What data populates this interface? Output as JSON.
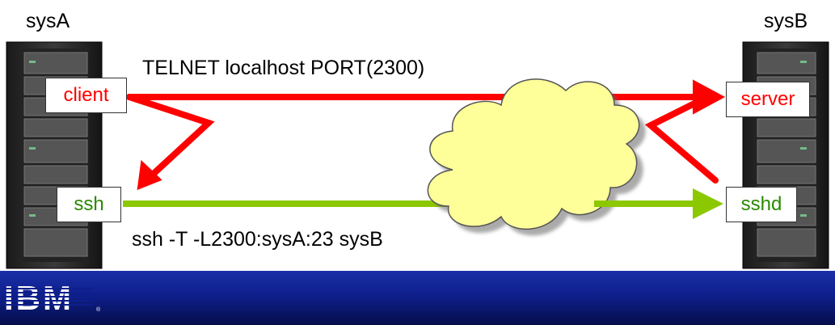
{
  "systems": {
    "left": "sysA",
    "right": "sysB"
  },
  "boxes": {
    "client": "client",
    "ssh": "ssh",
    "server": "server",
    "sshd": "sshd"
  },
  "commands": {
    "telnet": "TELNET  localhost  PORT(2300)",
    "ssh": "ssh -T -L2300:sysA:23 sysB"
  },
  "logo": {
    "text": "IBM"
  },
  "colors": {
    "telnet_path": "#ff0000",
    "ssh_tunnel": "#8cc800",
    "cloud": "#ffff99",
    "footer": "#0e1f8c"
  }
}
